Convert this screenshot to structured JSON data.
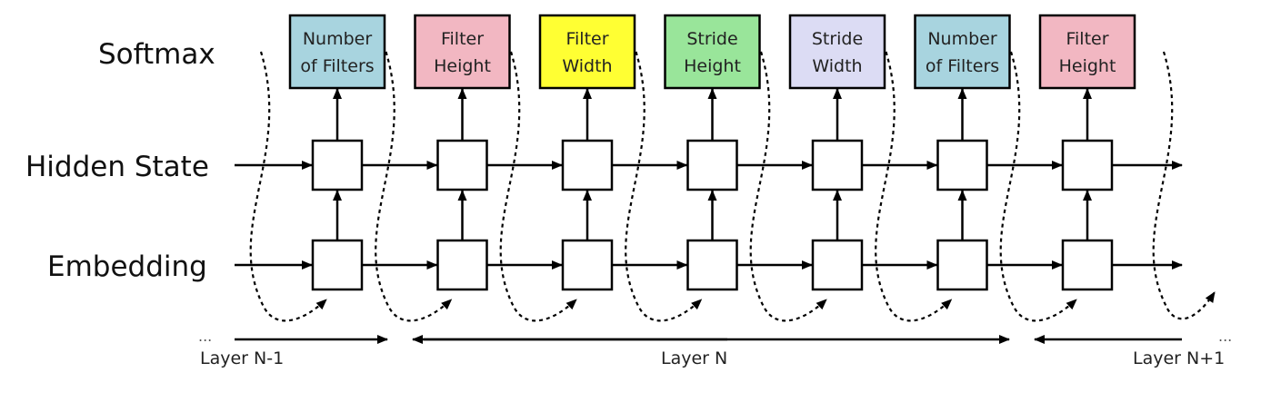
{
  "row_labels": {
    "softmax": "Softmax",
    "hidden_state": "Hidden State",
    "embedding": "Embedding"
  },
  "outputs": [
    {
      "line1": "Number",
      "line2": "of Filters",
      "color": "#a8d4df"
    },
    {
      "line1": "Filter",
      "line2": "Height",
      "color": "#f2b7c2"
    },
    {
      "line1": "Filter",
      "line2": "Width",
      "color": "#ffff33"
    },
    {
      "line1": "Stride",
      "line2": "Height",
      "color": "#99e59a"
    },
    {
      "line1": "Stride",
      "line2": "Width",
      "color": "#dcdcf4"
    },
    {
      "line1": "Number",
      "line2": "of Filters",
      "color": "#a8d4df"
    },
    {
      "line1": "Filter",
      "line2": "Height",
      "color": "#f2b7c2"
    }
  ],
  "layers": {
    "left": "Layer N-1",
    "middle": "Layer N",
    "right": "Layer N+1",
    "ellipsis": "..."
  }
}
